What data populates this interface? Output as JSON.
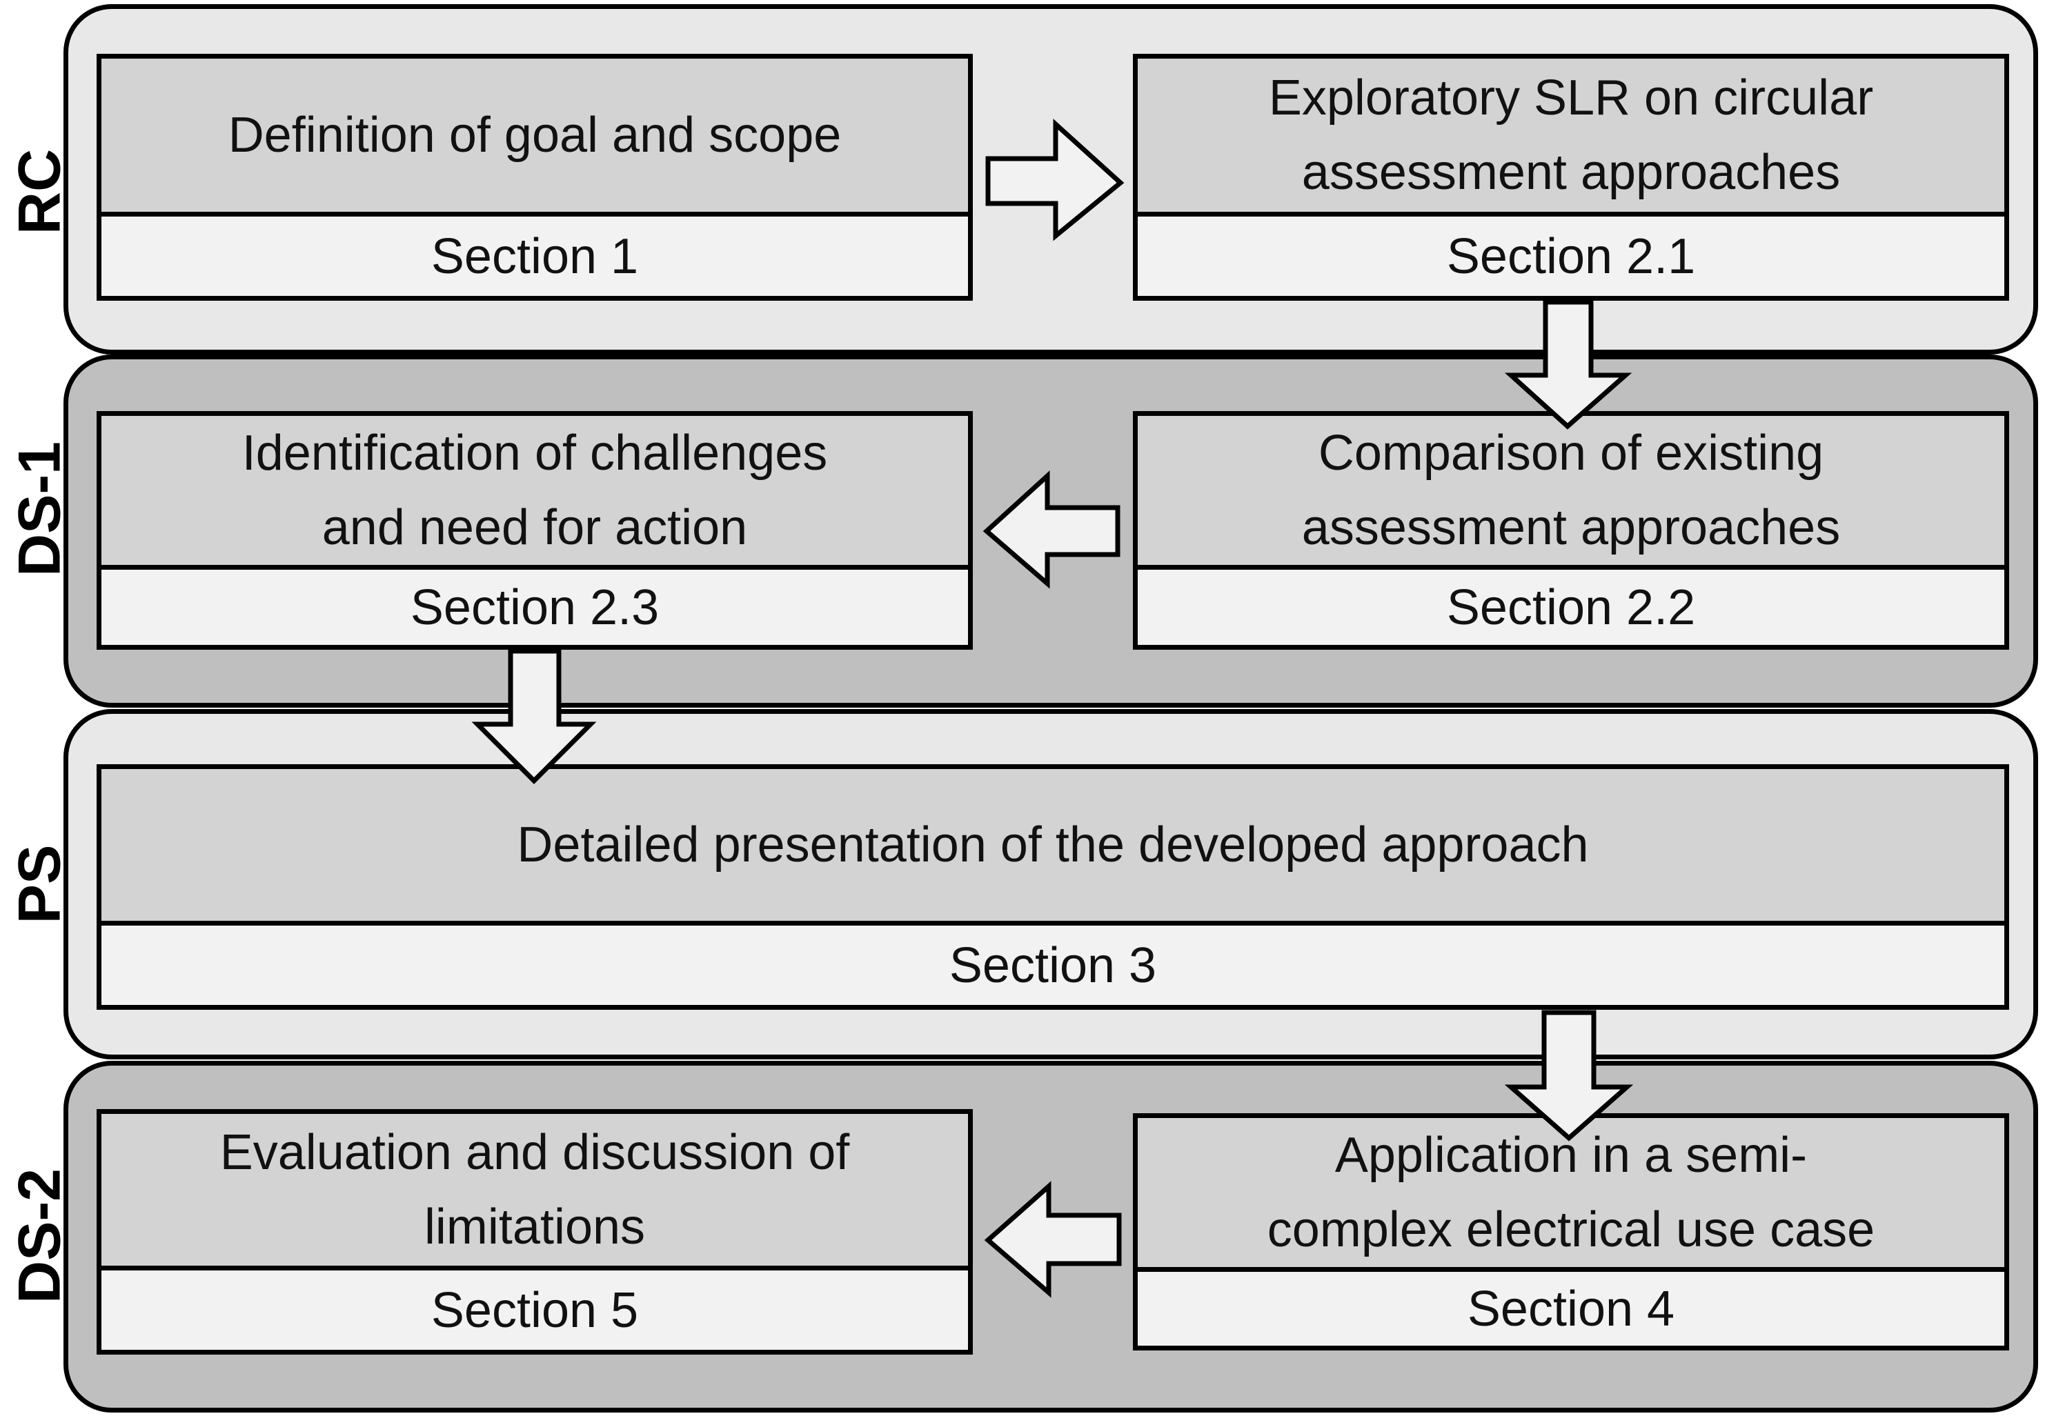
{
  "phases": [
    {
      "id": "rc",
      "label": "RC"
    },
    {
      "id": "ds1",
      "label": "DS-1"
    },
    {
      "id": "ps",
      "label": "PS"
    },
    {
      "id": "ds2",
      "label": "DS-2"
    }
  ],
  "steps": [
    {
      "title": "Definition of goal and scope",
      "section": "Section 1"
    },
    {
      "title": "Exploratory SLR on circular\nassessment approaches",
      "section": "Section 2.1"
    },
    {
      "title": "Comparison of existing\nassessment approaches",
      "section": "Section 2.2"
    },
    {
      "title": "Identification of challenges\nand need for action",
      "section": "Section 2.3"
    },
    {
      "title": "Detailed presentation of the developed approach",
      "section": "Section 3"
    },
    {
      "title": "Application in a semi-\ncomplex electrical  use case",
      "section": "Section 4"
    },
    {
      "title": "Evaluation and discussion of\nlimitations",
      "section": "Section 5"
    }
  ],
  "colors": {
    "light_band": "#e8e8e8",
    "dark_band": "#bfbfbf",
    "box_title": "#d3d3d3",
    "box_section": "#f2f2f2"
  }
}
